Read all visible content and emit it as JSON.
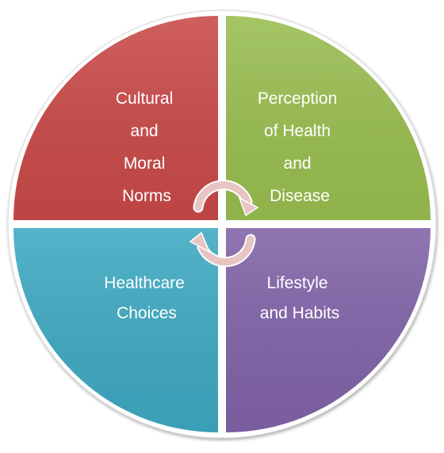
{
  "colors": {
    "top_left": "#c94a48",
    "top_right": "#99be50",
    "bottom_left": "#3ea9c2",
    "bottom_right": "#8163a8",
    "separator": "#ffffff",
    "arrow": "#e8c4c4"
  },
  "quadrants": {
    "top_left": {
      "lines": [
        "Cultural",
        "and",
        "Moral",
        "Norms"
      ]
    },
    "top_right": {
      "lines": [
        "Perception",
        "of Health",
        "and",
        "Disease"
      ]
    },
    "bottom_left": {
      "lines": [
        "Healthcare",
        "Choices"
      ]
    },
    "bottom_right": {
      "lines": [
        "Lifestyle",
        "and Habits"
      ]
    }
  },
  "center_icon": "cycle-arrows-icon"
}
